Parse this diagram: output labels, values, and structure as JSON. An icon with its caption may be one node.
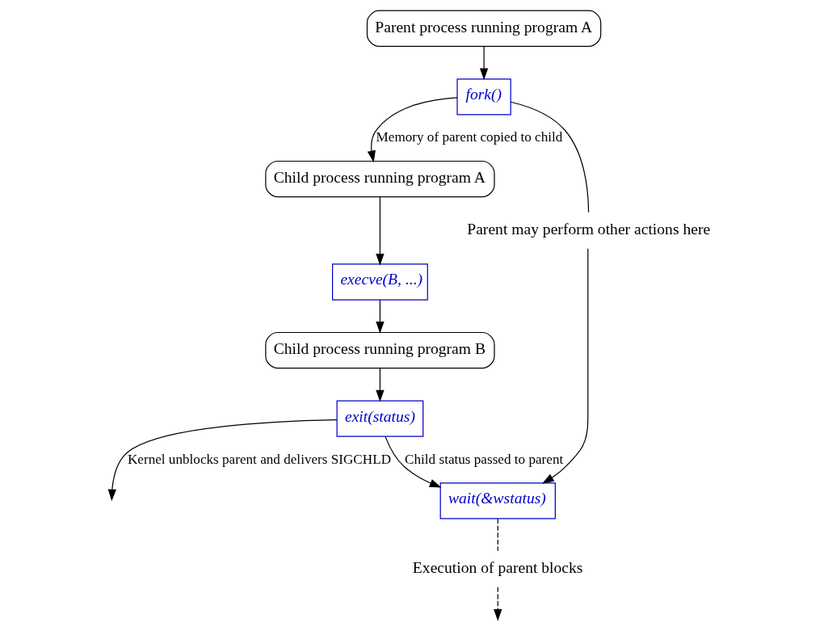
{
  "diagram": {
    "nodes": [
      {
        "text": [
          "Parent process running program A"
        ]
      },
      {
        "text": [
          "fork()"
        ]
      },
      {
        "text": [
          "Child process running program A"
        ]
      },
      {
        "text": [
          "execve(B, ...)"
        ]
      },
      {
        "text": [
          "Child process running program B"
        ]
      },
      {
        "text": [
          "exit(status)"
        ]
      },
      {
        "text": [
          "wait(&wstatus)"
        ]
      },
      {
        "text": [
          "Parent may perform other actions here"
        ]
      },
      {
        "text": [
          "Execution of parent blocks"
        ]
      }
    ],
    "edges": [
      {
        "from": 0,
        "to": 1,
        "arrow": "to"
      },
      {
        "from": 1,
        "to": 7,
        "arrow": "none"
      },
      {
        "from": 7,
        "to": 6,
        "arrow": "to"
      },
      {
        "from": 1,
        "to": 2,
        "arrow": "to",
        "label": "Memory of parent copied to child"
      },
      {
        "from": 2,
        "to": 3,
        "arrow": "to"
      },
      {
        "from": 3,
        "to": 4,
        "arrow": "to"
      },
      {
        "from": 4,
        "to": 5,
        "arrow": "to"
      },
      {
        "from": 5,
        "to": 6,
        "arrow": "to",
        "label": "Child status passed to parent"
      },
      {
        "from": 6,
        "to": 8,
        "arrow": "none",
        "style": "dashed"
      },
      {
        "from": 8,
        "to": null,
        "arrow": "to",
        "style": "dashed"
      },
      {
        "from": 5,
        "to": null,
        "arrow": "to",
        "label": "Kernel unblocks parent and delivers SIGCHLD"
      }
    ]
  }
}
